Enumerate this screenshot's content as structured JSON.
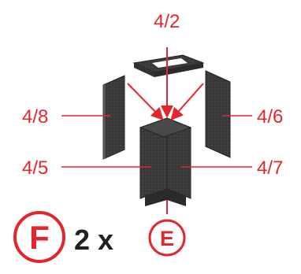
{
  "labels": {
    "top": "4/2",
    "left": "4/8",
    "right": "4/6",
    "front_left": "4/5",
    "front_right": "4/7"
  },
  "footer": {
    "set_letter": "F",
    "quantity": "2 x",
    "ref_letter": "E"
  },
  "colors": {
    "accent": "#e3262e",
    "part": "#3d3d3d",
    "text": "#231f20"
  }
}
